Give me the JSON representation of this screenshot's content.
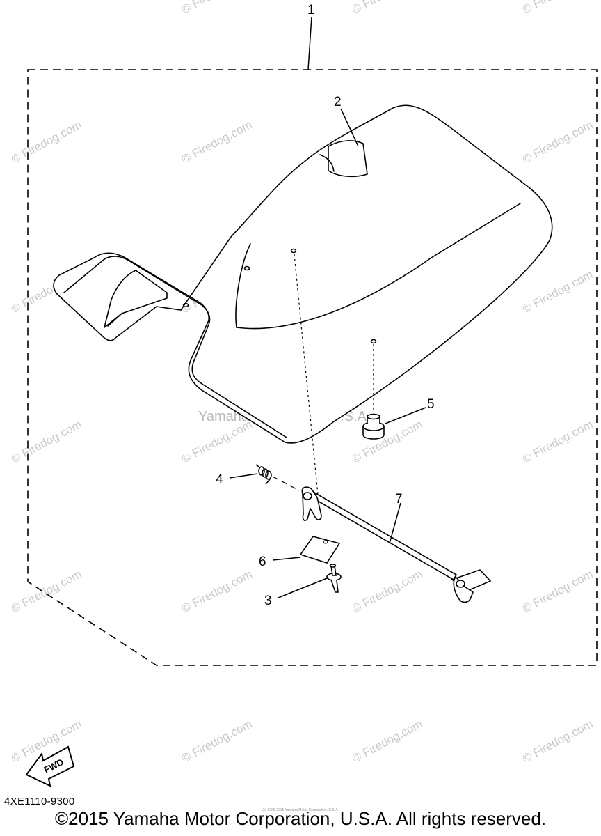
{
  "callouts": {
    "c1": "1",
    "c2": "2",
    "c3": "3",
    "c4": "4",
    "c5": "5",
    "c6": "6",
    "c7": "7"
  },
  "watermark": {
    "site": "© Firedog.com",
    "center": "Yamaha Motor Corp, U.S.A."
  },
  "fwd_label": "FWD",
  "part_code": "4XE1110-9300",
  "tiny_copyright": "(c) 2005-2015 Yamaha Motor Corporation, U.S.A.",
  "copyright": "©2015 Yamaha Motor Corporation, U.S.A. All rights reserved.",
  "colors": {
    "line": "#000000",
    "watermark": "#c9c9c9",
    "background": "#ffffff"
  },
  "icons": [
    "fwd-arrow-icon"
  ]
}
